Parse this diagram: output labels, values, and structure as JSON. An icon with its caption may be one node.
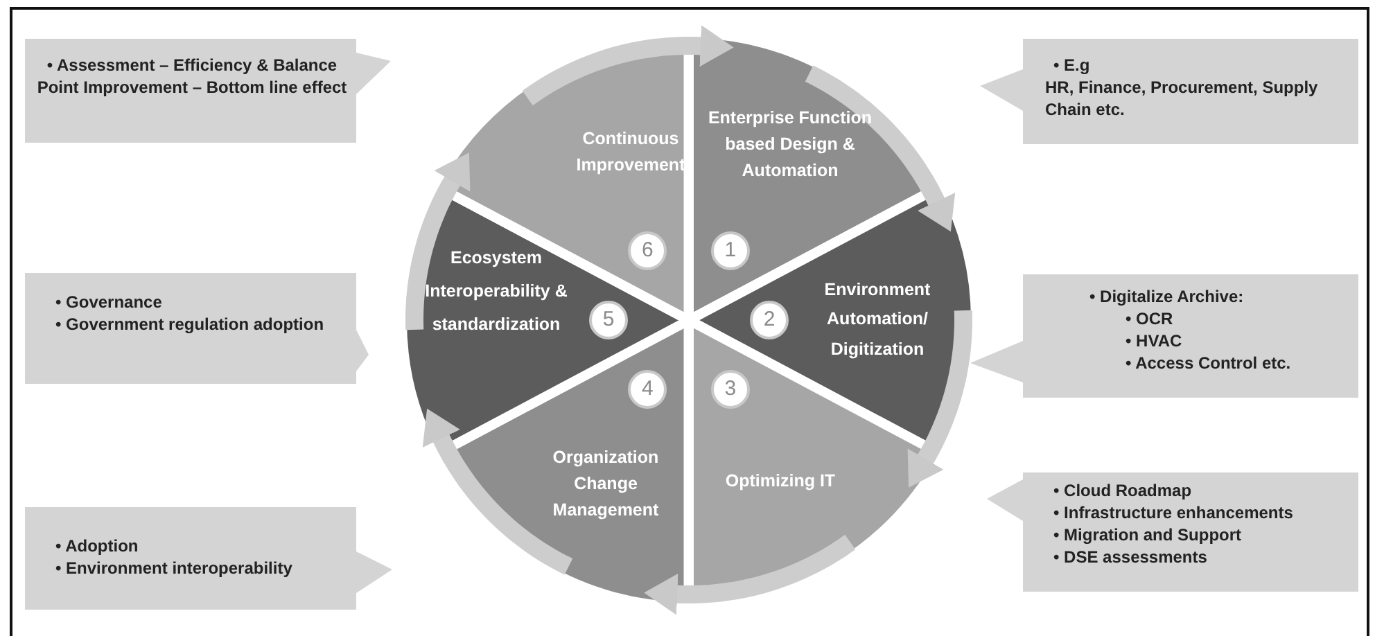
{
  "diagram": {
    "nodes": [
      {
        "text": [
          "Enterprise Function based Design & Automation"
        ]
      },
      {
        "text": [
          "1"
        ],
        "in": 0
      },
      {
        "text": [
          "Environment Automation/ Digitization"
        ]
      },
      {
        "text": [
          "2"
        ],
        "in": 2
      },
      {
        "text": [
          "Optimizing IT"
        ]
      },
      {
        "text": [
          "3"
        ],
        "in": 4
      },
      {
        "text": [
          "Organization Change Management"
        ]
      },
      {
        "text": [
          "4"
        ],
        "in": 6
      },
      {
        "text": [
          "Ecosystem Interoperability & standardization"
        ]
      },
      {
        "text": [
          "5"
        ],
        "in": 8
      },
      {
        "text": [
          "Continuous Improvement"
        ]
      },
      {
        "text": [
          "6"
        ],
        "in": 10
      },
      {
        "text": [
          "• E.g",
          "HR, Finance, Procurement, Supply Chain etc."
        ]
      },
      {
        "text": [
          "• Digitalize Archive:",
          "• OCR",
          "• HVAC",
          "• Access Control etc."
        ]
      },
      {
        "text": [
          "• Cloud Roadmap",
          "• Infrastructure enhancements",
          "• Migration and Support",
          "• DSE assessments"
        ]
      },
      {
        "text": [
          "• Adoption",
          "• Environment interoperability"
        ]
      },
      {
        "text": [
          "• Governance",
          "• Government regulation adoption"
        ]
      },
      {
        "text": [
          "• Assessment – Efficiency & Balance Point Improvement – Bottom line effect"
        ]
      }
    ],
    "edges": [
      {
        "from": 0,
        "to": 2,
        "arrow": "to"
      },
      {
        "from": 2,
        "to": 4,
        "arrow": "to"
      },
      {
        "from": 4,
        "to": 6,
        "arrow": "to"
      },
      {
        "from": 6,
        "to": 8,
        "arrow": "to"
      },
      {
        "from": 8,
        "to": 10,
        "arrow": "to"
      },
      {
        "from": 10,
        "to": 0,
        "arrow": "to"
      }
    ]
  }
}
